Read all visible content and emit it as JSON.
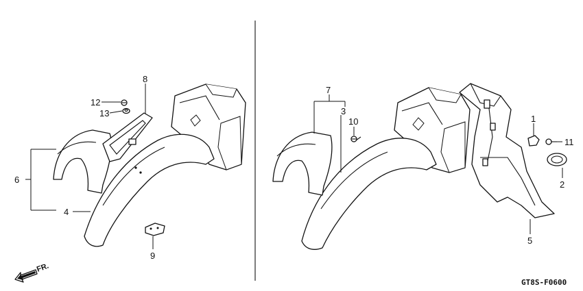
{
  "diagram": {
    "code": "GT8S-F0600",
    "direction_label": "FR.",
    "callouts": {
      "c1": "1",
      "c2": "2",
      "c3": "3",
      "c4": "4",
      "c5": "5",
      "c6": "6",
      "c7": "7",
      "c8": "8",
      "c9": "9",
      "c10": "10",
      "c11": "11",
      "c12": "12",
      "c13": "13"
    }
  }
}
